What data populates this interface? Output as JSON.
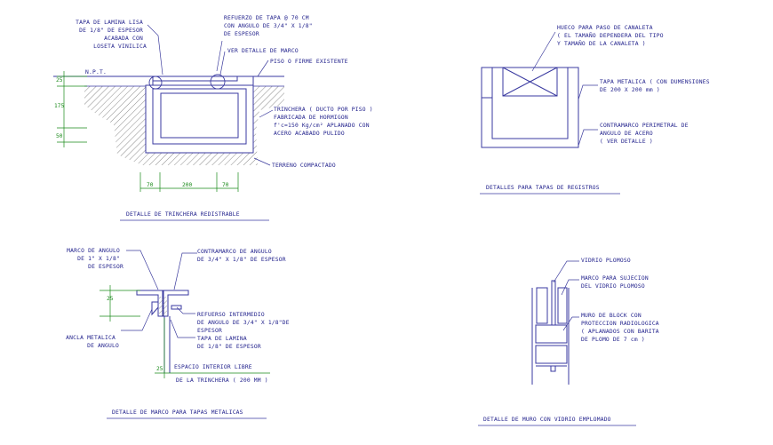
{
  "colors": {
    "text": "#1d1d8a",
    "structure": "#3a3aa0",
    "hatch": "#6e6e6e",
    "dimension": "#1a8a1a",
    "leader": "#3d3d9e",
    "background": "#ffffff"
  },
  "trinchera": {
    "callout_tapa": [
      "TAPA DE LAMINA LISA",
      "DE 1/8\" DE ESPESOR",
      "ACABADA CON",
      "LOSETA VINILICA"
    ],
    "callout_refuerzo": [
      "REFUERZO DE TAPA @ 70 CM",
      "CON ANGULO DE 3/4\" X 1/8\"",
      "DE ESPESOR"
    ],
    "callout_marco": "VER DETALLE DE MARCO",
    "npt": "N.P.T.",
    "callout_piso": "PISO O FIRME EXISTENTE",
    "callout_trinchera": [
      "TRINCHERA ( DUCTO POR PISO )",
      "FABRICADA DE HORMIGON",
      "f'c=150 Kg/cm² APLANADO CON",
      "ACERO ACABADO PULIDO"
    ],
    "callout_terreno": "TERRENO COMPACTADO",
    "dims_vertical": [
      "25",
      "175",
      "50"
    ],
    "dims_horizontal": [
      "70",
      "200",
      "70"
    ],
    "title": "DETALLE DE TRINCHERA REDISTRABLE"
  },
  "registros": {
    "callout_hueco": [
      "HUECO PARA PASO DE CANALETA",
      "( EL TAMAÑO DEPENDERA DEL TIPO",
      "Y TAMAÑO DE LA CANALETA )"
    ],
    "callout_tapa": [
      "TAPA METALICA ( CON DUMENSIONES",
      "DE 200 X 200 mm )"
    ],
    "callout_contramarco": [
      "CONTRAMARCO PERIMETRAL DE",
      "ANGULO DE ACERO",
      "( VER DETALLE )"
    ],
    "title": "DETALLES PARA TAPAS DE REGISTROS"
  },
  "marco": {
    "callout_marco": [
      "MARCO DE ANGULO",
      "DE 1\" X 1/8\"",
      "DE ESPESOR"
    ],
    "callout_contramarco": [
      "CONTRAMARCO DE ANGULO",
      "DE 3/4\" X 1/8\" DE ESPESOR"
    ],
    "callout_refuerzo": [
      "REFUERSO INTERMEDIO",
      "DE ANGULO DE 3/4\" X 1/8\"DE",
      "ESPESOR"
    ],
    "callout_ancla": [
      "ANCLA METALICA",
      "DE ANGULO"
    ],
    "callout_tapa": [
      "TAPA DE LAMINA",
      "DE 1/8\" DE ESPESOR"
    ],
    "callout_espacio": [
      "ESPACIO INTERIOR LIBRE",
      "DE LA TRINCHERA ( 200 MM )"
    ],
    "dims": [
      "25",
      "25"
    ],
    "title": "DETALLE DE MARCO PARA TAPAS METALICAS"
  },
  "muro": {
    "callout_vidrio": "VIDRIO PLOMOSO",
    "callout_marco": [
      "MARCO PARA SUJECION",
      "DEL VIDRIO PLOMOSO"
    ],
    "callout_block": [
      "MURO DE BLOCK CON",
      "PROTECCION RADIOLOGICA",
      "( APLANADOS CON BARITA",
      "DE PLOMO DE 7 cm )"
    ],
    "title": "DETALLE DE MURO CON VIDRIO EMPLOMADO"
  }
}
